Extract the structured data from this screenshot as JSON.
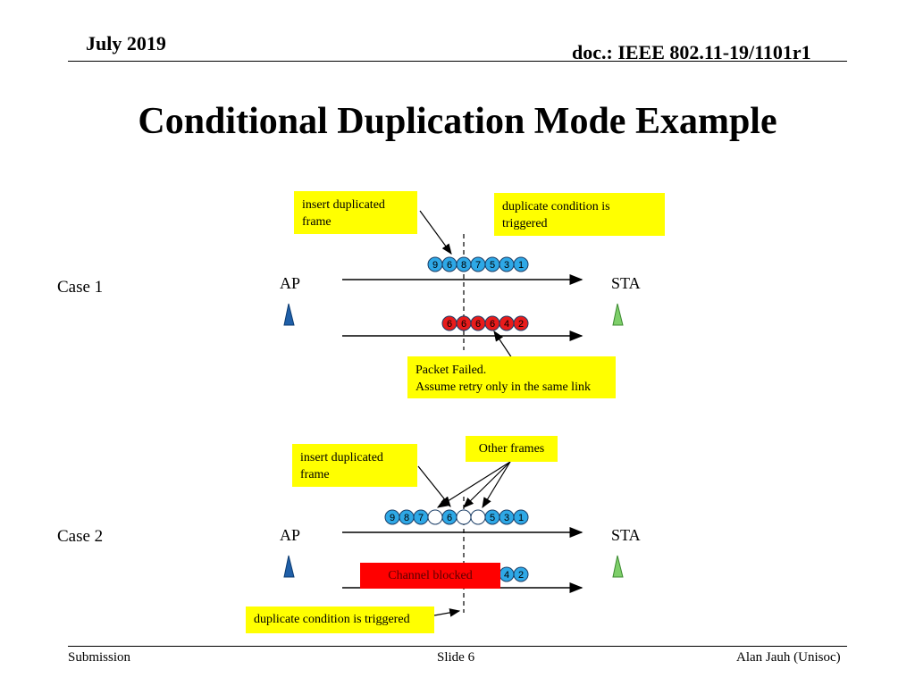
{
  "header": {
    "date": "July 2019",
    "doc_id": "doc.: IEEE 802.11-19/1101r1"
  },
  "title": "Conditional Duplication Mode Example",
  "case1": {
    "label": "Case 1",
    "ap_label": "AP",
    "sta_label": "STA",
    "callout_insert": "insert duplicated\nframe",
    "callout_triggered": "duplicate condition is\ntriggered",
    "callout_failed_line1": "Packet Failed.",
    "callout_failed_line2": "Assume retry only in the same link",
    "link1_frames": [
      "9",
      "6",
      "8",
      "7",
      "5",
      "3",
      "1"
    ],
    "link2_frames": [
      "6",
      "6",
      "6",
      "6",
      "4",
      "2"
    ],
    "link1_color": "#2ea8e6",
    "link2_color": "#e81b1b"
  },
  "case2": {
    "label": "Case 2",
    "ap_label": "AP",
    "sta_label": "STA",
    "callout_insert": "insert duplicated\nframe",
    "callout_other": "Other frames",
    "callout_triggered": "duplicate condition is triggered",
    "channel_blocked": "Channel blocked",
    "link1_frames": [
      "9",
      "8",
      "7",
      "",
      "6",
      "",
      "",
      "5",
      "3",
      "1"
    ],
    "link2_frames": [
      "4",
      "2"
    ]
  },
  "footer": {
    "left": "Submission",
    "center": "Slide 6",
    "right": "Alan Jauh (Unisoc)"
  },
  "colors": {
    "callout": "#ffff00",
    "frame_blue": "#2ea8e6",
    "frame_red": "#e81b1b",
    "antenna_ap": "#1f5fa8",
    "antenna_sta": "#7ecf6a"
  }
}
